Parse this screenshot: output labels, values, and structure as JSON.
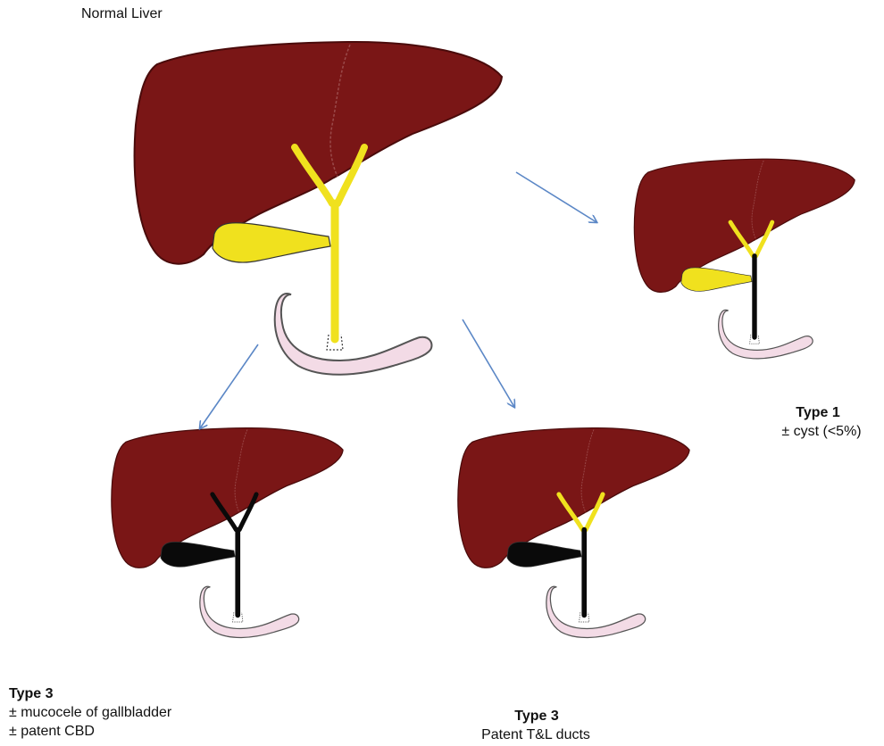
{
  "title": "Normal Liver",
  "colors": {
    "liver": "#7a1616",
    "liver_edge": "#4a0b0b",
    "liver_line": "#9a4a4a",
    "patent_duct": "#f0e11e",
    "atretic_duct": "#0a0a0a",
    "duodenum": "#f3dbe6",
    "duodenum_edge": "#555555",
    "arrow": "#5b87c6"
  },
  "panels": {
    "normal": {
      "name": "normal-liver"
    },
    "type1": {
      "name": "type-1-liver",
      "heading": "Type 1",
      "caption": "± cyst (<5%)"
    },
    "type3a": {
      "name": "type-3-mucocele-liver",
      "heading": "Type 3",
      "lines": [
        "± mucocele of gallbladder",
        "± patent CBD"
      ]
    },
    "type3b": {
      "name": "type-3-patent-ducts-liver",
      "heading": "Type 3",
      "caption": "Patent T&L ducts"
    }
  }
}
